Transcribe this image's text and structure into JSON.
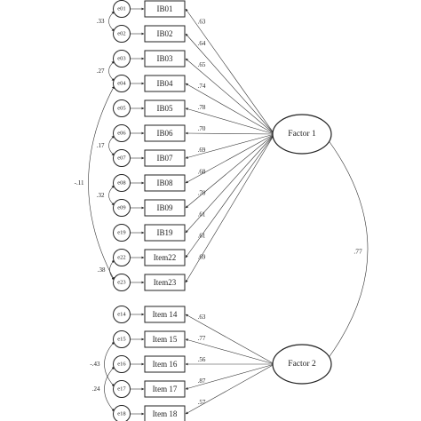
{
  "factors": [
    {
      "id": "f1",
      "label": "Factor 1"
    },
    {
      "id": "f2",
      "label": "Factor 2"
    }
  ],
  "items": [
    {
      "label": "IB01",
      "error": "e01",
      "loading": ".63",
      "factor": "f1"
    },
    {
      "label": "IB02",
      "error": "e02",
      "loading": ".64",
      "factor": "f1"
    },
    {
      "label": "IB03",
      "error": "e03",
      "loading": ".65",
      "factor": "f1"
    },
    {
      "label": "IB04",
      "error": "e04",
      "loading": ".74",
      "factor": "f1"
    },
    {
      "label": "IB05",
      "error": "e05",
      "loading": ".78",
      "factor": "f1"
    },
    {
      "label": "IB06",
      "error": "e06",
      "loading": ".70",
      "factor": "f1"
    },
    {
      "label": "IB07",
      "error": "e07",
      "loading": ".69",
      "factor": "f1"
    },
    {
      "label": "IB08",
      "error": "e08",
      "loading": ".68",
      "factor": "f1"
    },
    {
      "label": "IB09",
      "error": "e09",
      "loading": ".70",
      "factor": "f1"
    },
    {
      "label": "IB19",
      "error": "e19",
      "loading": ".61",
      "factor": "f1"
    },
    {
      "label": "Item22",
      "error": "e22",
      "loading": ".61",
      "factor": "f1"
    },
    {
      "label": "Item23",
      "error": "e23",
      "loading": ".69",
      "factor": "f1"
    },
    {
      "label": "Item 14",
      "error": "e14",
      "loading": ".63",
      "factor": "f2"
    },
    {
      "label": "Item 15",
      "error": "e15",
      "loading": ".77",
      "factor": "f2"
    },
    {
      "label": "Item 16",
      "error": "e16",
      "loading": ".56",
      "factor": "f2"
    },
    {
      "label": "Item 17",
      "error": "e17",
      "loading": ".87",
      "factor": "f2"
    },
    {
      "label": "Item 18",
      "error": "e18",
      "loading": ".57",
      "factor": "f2"
    }
  ],
  "error_covariances": [
    {
      "from": "e01",
      "to": "e02",
      "value": ".33"
    },
    {
      "from": "e03",
      "to": "e04",
      "value": ".27"
    },
    {
      "from": "e06",
      "to": "e07",
      "value": ".17"
    },
    {
      "from": "e08",
      "to": "e09",
      "value": ".32"
    },
    {
      "from": "e04",
      "to": "e23",
      "value": "-.11"
    },
    {
      "from": "e22",
      "to": "e23",
      "value": ".38"
    },
    {
      "from": "e15",
      "to": "e17",
      "value": "-.43"
    },
    {
      "from": "e16",
      "to": "e18",
      "value": ".24"
    }
  ],
  "factor_correlation": {
    "from": "f1",
    "to": "f2",
    "value": ".77"
  }
}
